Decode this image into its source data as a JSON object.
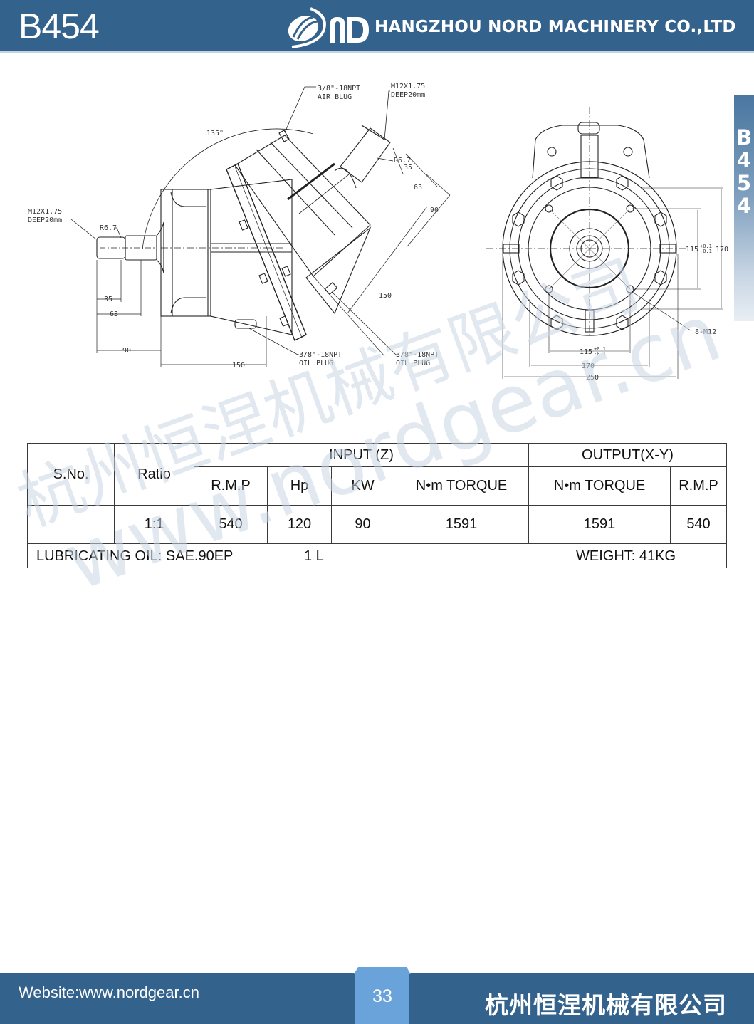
{
  "header": {
    "model_code": "B454",
    "logo_text": "ND",
    "company_name": "HANGZHOU NORD MACHINERY CO.,LTD"
  },
  "side_tab": {
    "chars": [
      "B",
      "4",
      "5",
      "4"
    ]
  },
  "drawing_left": {
    "angle_label": "135°",
    "air_plug": {
      "line1": "3/8\"-18NPT",
      "line2": "AIR BLUG"
    },
    "thread_top": {
      "line1": "M12X1.75",
      "line2": "DEEP20mm"
    },
    "thread_left": {
      "line1": "M12X1.75",
      "line2": "DEEP20mm"
    },
    "radius_top": "R6.7",
    "radius_left": "R6.7",
    "dims_top_shaft": [
      "35",
      "63",
      "90"
    ],
    "dim_diag_150": "150",
    "dims_left_shaft": [
      "35",
      "63",
      "90"
    ],
    "dim_bottom_150": "150",
    "oil_plug_1": {
      "line1": "3/8\"-18NPT",
      "line2": "OIL PLUG"
    },
    "oil_plug_2": {
      "line1": "3/8\"-18NPT",
      "line2": "OIL PLUG"
    }
  },
  "drawing_right": {
    "dim_115_v": "115",
    "tol_v_plus": "+0.1",
    "tol_v_minus": "-0.1",
    "dim_170_v": "170",
    "bolt_label": "8-M12",
    "dim_115_h": "115",
    "tol_h_plus": "+0.1",
    "tol_h_minus": "-0.1",
    "dim_170_h": "170",
    "dim_250_h": "250"
  },
  "spec_table": {
    "headers": {
      "sno": "S.No.",
      "ratio": "Ratio",
      "input_group": "INPUT (Z)",
      "output_group": "OUTPUT(X-Y)",
      "input_rpm": "R.M.P",
      "input_hp": "Hp",
      "input_kw": "KW",
      "input_torque": "N•m TORQUE",
      "output_torque": "N•m TORQUE",
      "output_rpm": "R.M.P"
    },
    "rows": [
      {
        "sno": "",
        "ratio": "1:1",
        "input_rpm": "540",
        "input_hp": "120",
        "input_kw": "90",
        "input_torque": "1591",
        "output_torque": "1591",
        "output_rpm": "540"
      }
    ],
    "footer": {
      "lubricating_oil": "LUBRICATING OIL: SAE.90EP",
      "volume": "1 L",
      "weight": "WEIGHT: 41KG"
    }
  },
  "watermark": {
    "cn_text": "杭州恒涅机械有限公司",
    "url_text": "www.nordgear.cn"
  },
  "footer": {
    "website": "Website:www.nordgear.cn",
    "page_number": "33",
    "company_cn": "杭州恒涅机械有限公司"
  },
  "colors": {
    "header_bg": "#33628d",
    "page_tab": "#6aa3d9",
    "watermark": "#c9d6e3",
    "line": "#222222"
  }
}
